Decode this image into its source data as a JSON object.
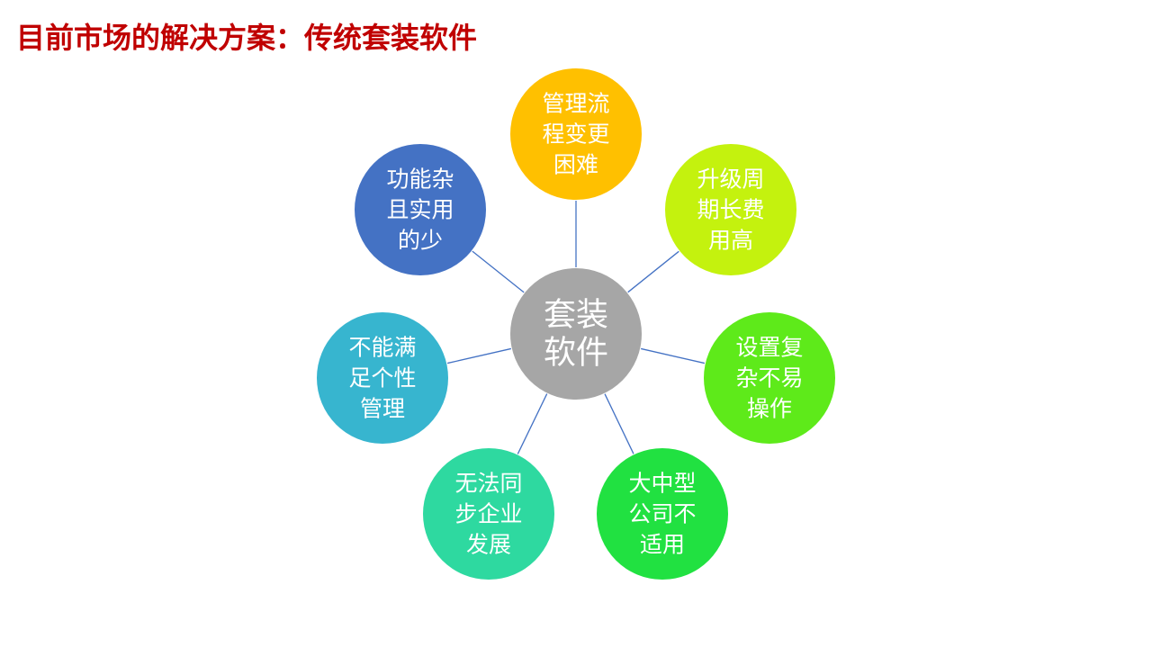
{
  "title": "目前市场的解决方案：传统套装软件",
  "center": {
    "lines": [
      "套装",
      "软件"
    ],
    "color": "#a6a6a6"
  },
  "nodes": [
    {
      "id": "process-change",
      "lines": [
        "管理流",
        "程变更",
        "困难"
      ],
      "color": "#ffc000"
    },
    {
      "id": "upgrade-cost",
      "lines": [
        "升级周",
        "期长费",
        "用高"
      ],
      "color": "#c4f20e"
    },
    {
      "id": "complex-setup",
      "lines": [
        "设置复",
        "杂不易",
        "操作"
      ],
      "color": "#5eea1a"
    },
    {
      "id": "not-for-large",
      "lines": [
        "大中型",
        "公司不",
        "适用"
      ],
      "color": "#21e141"
    },
    {
      "id": "cannot-sync",
      "lines": [
        "无法同",
        "步企业",
        "发展"
      ],
      "color": "#2ed9a0"
    },
    {
      "id": "no-personalization",
      "lines": [
        "不能满",
        "足个性",
        "管理"
      ],
      "color": "#37b5cf"
    },
    {
      "id": "feature-bloat",
      "lines": [
        "功能杂",
        "且实用",
        "的少"
      ],
      "color": "#4472c4"
    }
  ],
  "connector_color": "#4472c4"
}
